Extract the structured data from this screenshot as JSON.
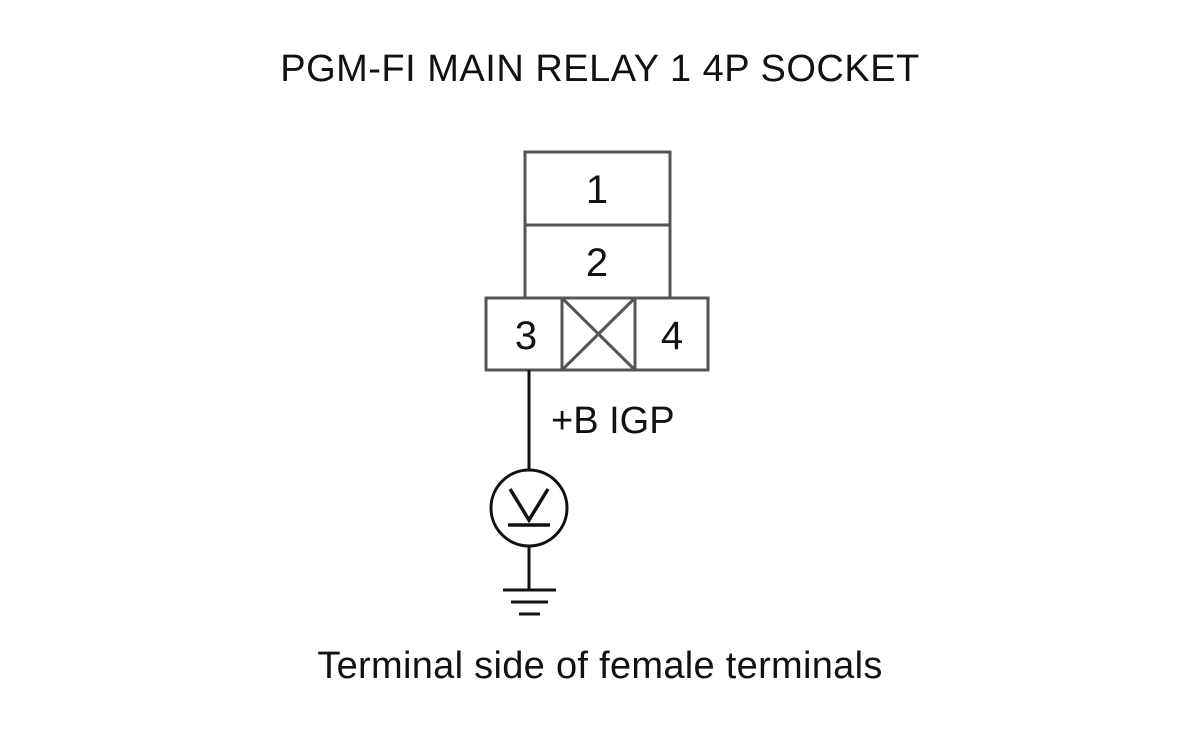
{
  "title": "PGM-FI MAIN RELAY 1 4P SOCKET",
  "caption": "Terminal side of female terminals",
  "connector": {
    "terminals": [
      {
        "number": "1"
      },
      {
        "number": "2"
      },
      {
        "number": "3"
      },
      {
        "number": "4"
      }
    ],
    "blocked_cavity": "X"
  },
  "wire_label": "+B IGP",
  "meter_symbol": "V"
}
